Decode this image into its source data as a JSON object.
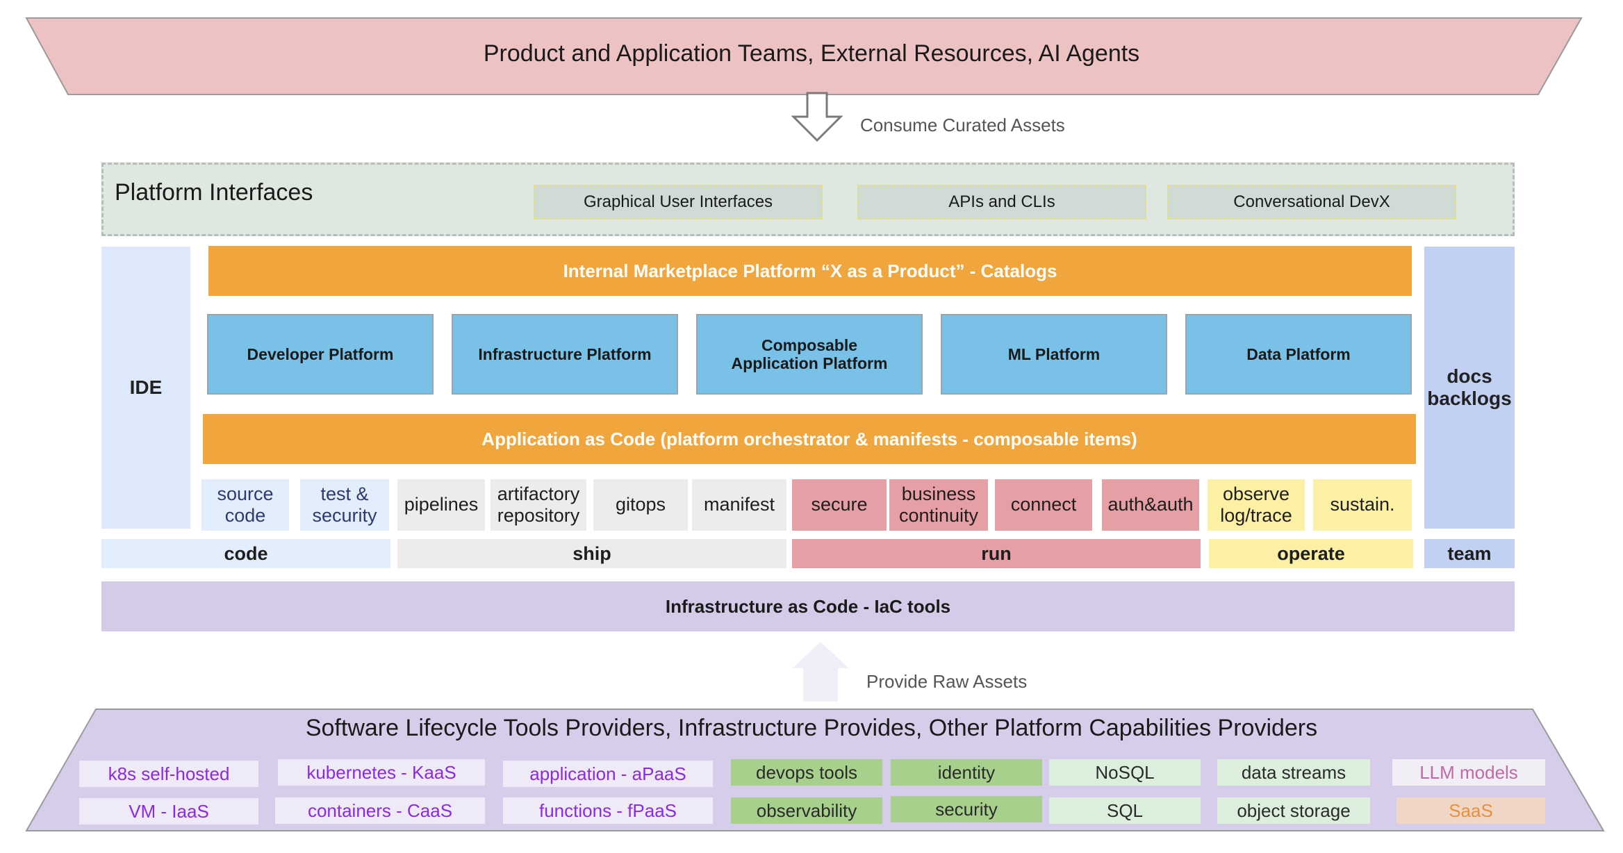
{
  "top_band": {
    "label": "Product and Application Teams, External Resources, AI Agents"
  },
  "consume_arrow": {
    "label": "Consume Curated Assets"
  },
  "platform_interfaces": {
    "title": "Platform Interfaces",
    "items": [
      "Graphical User Interfaces",
      "APIs and CLIs",
      "Conversational DevX"
    ]
  },
  "ide": {
    "label": "IDE"
  },
  "docs": {
    "line1": "docs",
    "line2": "backlogs"
  },
  "marketplace": {
    "label": "Internal Marketplace Platform “X as a Product” - Catalogs"
  },
  "platforms": [
    {
      "line1": "Developer Platform",
      "line2": ""
    },
    {
      "line1": "Infrastructure Platform",
      "line2": ""
    },
    {
      "line1": "Composable",
      "line2": "Application Platform"
    },
    {
      "line1": "ML Platform",
      "line2": ""
    },
    {
      "line1": "Data Platform",
      "line2": ""
    }
  ],
  "app_as_code": {
    "label": "Application as Code (platform orchestrator & manifests - composable items)"
  },
  "tools": [
    {
      "line1": "source",
      "line2": "code",
      "group": "code"
    },
    {
      "line1": "test &",
      "line2": "security",
      "group": "code"
    },
    {
      "line1": "pipelines",
      "line2": "",
      "group": "ship"
    },
    {
      "line1": "artifactory",
      "line2": "repository",
      "group": "ship"
    },
    {
      "line1": "gitops",
      "line2": "",
      "group": "ship"
    },
    {
      "line1": "manifest",
      "line2": "",
      "group": "ship"
    },
    {
      "line1": "secure",
      "line2": "",
      "group": "run"
    },
    {
      "line1": "business",
      "line2": "continuity",
      "group": "run"
    },
    {
      "line1": "connect",
      "line2": "",
      "group": "run"
    },
    {
      "line1": "auth&auth",
      "line2": "",
      "group": "run"
    },
    {
      "line1": "observe",
      "line2": "log/trace",
      "group": "operate"
    },
    {
      "line1": "sustain.",
      "line2": "",
      "group": "operate"
    }
  ],
  "phases": {
    "code": "code",
    "ship": "ship",
    "run": "run",
    "operate": "operate",
    "team": "team"
  },
  "iac": {
    "label": "Infrastructure as Code - IaC tools"
  },
  "provide_arrow": {
    "label": "Provide Raw Assets"
  },
  "bottom_band": {
    "title": "Software Lifecycle Tools Providers, Infrastructure Provides, Other Platform Capabilities Providers",
    "row1": [
      "k8s self-hosted",
      "kubernetes - KaaS",
      "application - aPaaS",
      "devops tools",
      "identity",
      "NoSQL",
      "data streams",
      "LLM models"
    ],
    "row2": [
      "VM - IaaS",
      "containers - CaaS",
      "functions - fPaaS",
      "observability",
      "security",
      "SQL",
      "object storage",
      "SaaS"
    ]
  },
  "colors": {
    "top_band": "#ecc2c3",
    "bottom_band": "#d6cdea",
    "orange": "#f0a63c",
    "platform_blue": "#79c1e6",
    "code_text": "#2b3a74",
    "purple_text": "#8a2be2",
    "green_box": "#a8d08d",
    "light_green_box": "#dcefdc",
    "saas_text": "#e8903a",
    "llm_text": "#c06aa5"
  }
}
